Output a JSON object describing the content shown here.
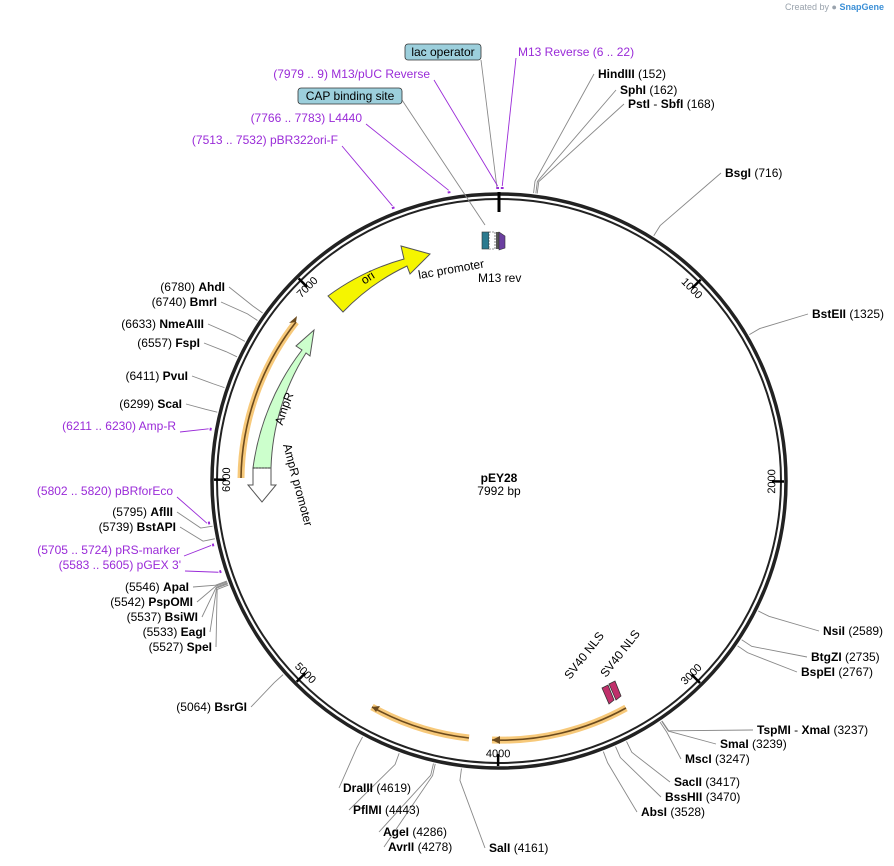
{
  "credit": {
    "prefix": "Created by",
    "brand": "SnapGene"
  },
  "plasmid": {
    "name": "pEY28",
    "size": "7992 bp",
    "length": 7992
  },
  "ticks": [
    {
      "pos": 1000,
      "label": "1000"
    },
    {
      "pos": 2000,
      "label": "2000"
    },
    {
      "pos": 3000,
      "label": "3000"
    },
    {
      "pos": 4000,
      "label": "4000"
    },
    {
      "pos": 5000,
      "label": "5000"
    },
    {
      "pos": 6000,
      "label": "6000"
    },
    {
      "pos": 7000,
      "label": "7000"
    }
  ],
  "sites": [
    {
      "name": "HindIII",
      "pos": "(152)",
      "bp": 152
    },
    {
      "name": "SphI",
      "pos": "(162)",
      "bp": 162
    },
    {
      "name": "PstI",
      "extra": "-",
      "name2": "SbfI",
      "pos": "(168)",
      "bp": 168
    },
    {
      "name": "BsgI",
      "pos": "(716)",
      "bp": 716
    },
    {
      "name": "BstEII",
      "pos": "(1325)",
      "bp": 1325
    },
    {
      "name": "NsiI",
      "pos": "(2589)",
      "bp": 2589
    },
    {
      "name": "BtgZI",
      "pos": "(2735)",
      "bp": 2735
    },
    {
      "name": "BspEI",
      "pos": "(2767)",
      "bp": 2767
    },
    {
      "name": "TspMI",
      "extra": "-",
      "name2": "XmaI",
      "pos": "(3237)",
      "bp": 3237
    },
    {
      "name": "SmaI",
      "pos": "(3239)",
      "bp": 3239
    },
    {
      "name": "MscI",
      "pos": "(3247)",
      "bp": 3247
    },
    {
      "name": "SacII",
      "pos": "(3417)",
      "bp": 3417
    },
    {
      "name": "BssHII",
      "pos": "(3470)",
      "bp": 3470
    },
    {
      "name": "AbsI",
      "pos": "(3528)",
      "bp": 3528
    },
    {
      "name": "SalI",
      "pos": "(4161)",
      "bp": 4161
    },
    {
      "name": "AvrII",
      "pos": "(4278)",
      "bp": 4278
    },
    {
      "name": "AgeI",
      "pos": "(4286)",
      "bp": 4286
    },
    {
      "name": "PflMI",
      "pos": "(4443)",
      "bp": 4443
    },
    {
      "name": "DraIII",
      "pos": "(4619)",
      "bp": 4619
    },
    {
      "name": "BsrGI",
      "pos": "(5064)",
      "bp": 5064
    },
    {
      "name": "SpeI",
      "pos": "(5527)",
      "bp": 5527
    },
    {
      "name": "EagI",
      "pos": "(5533)",
      "bp": 5533
    },
    {
      "name": "BsiWI",
      "pos": "(5537)",
      "bp": 5537
    },
    {
      "name": "PspOMI",
      "pos": "(5542)",
      "bp": 5542
    },
    {
      "name": "ApaI",
      "pos": "(5546)",
      "bp": 5546
    },
    {
      "name": "BstAPI",
      "pos": "(5739)",
      "bp": 5739
    },
    {
      "name": "AflII",
      "pos": "(5795)",
      "bp": 5795
    },
    {
      "name": "ScaI",
      "pos": "(6299)",
      "bp": 6299
    },
    {
      "name": "PvuI",
      "pos": "(6411)",
      "bp": 6411
    },
    {
      "name": "FspI",
      "pos": "(6557)",
      "bp": 6557
    },
    {
      "name": "NmeAIII",
      "pos": "(6633)",
      "bp": 6633
    },
    {
      "name": "BmrI",
      "pos": "(6740)",
      "bp": 6740
    },
    {
      "name": "AhdI",
      "pos": "(6780)",
      "bp": 6780
    }
  ],
  "primers": [
    {
      "name": "M13 Reverse",
      "range": "(6 .. 22)",
      "bp": 14
    },
    {
      "name": "M13/pUC Reverse",
      "range": "(7979 .. 9)",
      "bp": 7986
    },
    {
      "name": "L4440",
      "range": "(7766 .. 7783)",
      "bp": 7774
    },
    {
      "name": "pBR322ori-F",
      "range": "(7513 .. 7532)",
      "bp": 7522
    },
    {
      "name": "Amp-R",
      "range": "(6211 .. 6230)",
      "bp": 6220
    },
    {
      "name": "pBRforEco",
      "range": "(5802 .. 5820)",
      "bp": 5811
    },
    {
      "name": "pRS-marker",
      "range": "(5705 .. 5724)",
      "bp": 5714
    },
    {
      "name": "pGEX 3'",
      "range": "(5583 .. 5605)",
      "bp": 5594
    }
  ],
  "boxed_features": [
    {
      "name": "lac operator"
    },
    {
      "name": "CAP binding site"
    }
  ],
  "features": {
    "ori": "ori",
    "ampr": "AmpR",
    "ampr_promoter": "AmpR promoter",
    "lac_promoter": "lac promoter",
    "m13_rev": "M13 rev",
    "sv40_nls_1": "SV40 NLS",
    "sv40_nls_2": "SV40 NLS"
  },
  "colors": {
    "ori": "#f5f500",
    "ampr": "#ccffcc",
    "orf": "#f7c97a",
    "primer": "#9a2bd8",
    "sv40": "#c0306b",
    "box": "#9ccfdc"
  }
}
